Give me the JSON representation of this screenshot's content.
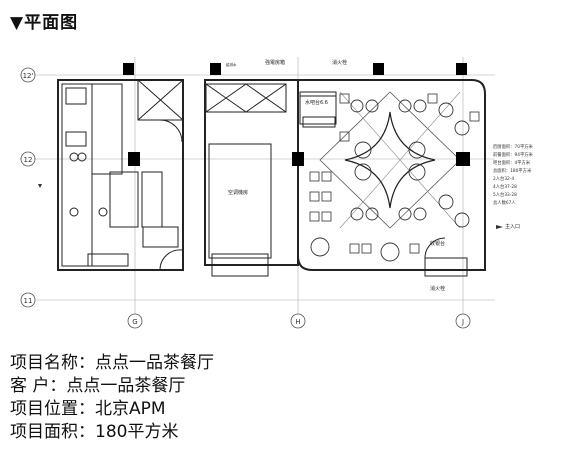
{
  "header": {
    "title": "▼平面图"
  },
  "plan": {
    "grid_labels": {
      "left_top": "12'",
      "left_mid": "12",
      "left_bottom": "11",
      "bottom_g": "G",
      "bottom_h": "H",
      "bottom_j": "J"
    },
    "room_labels": {
      "hvac_room": "空调機房",
      "strong_elec_room": "強電房箱",
      "fire_hydrant_top": "消火栓",
      "water_bar": "水吧台6.6",
      "fire_hydrant_bottom": "消火栓",
      "cashier": "收银台",
      "main_entrance": "主入口",
      "small_note": "給排水"
    },
    "area_stats": [
      "后厨面积：70平方米",
      "前餐面积：94平方米",
      "吧台面积：4平方米",
      "总面积：180平方米",
      "2人台32-4",
      "4人台37-28",
      "5人台33-28",
      "总人数67人"
    ]
  },
  "project": {
    "name_line": "项目名称：点点一品茶餐厅",
    "client_line": "客 户：点点一品茶餐厅",
    "location_line": "项目位置：北京APM",
    "area_line": "项目面积：180平方米"
  }
}
